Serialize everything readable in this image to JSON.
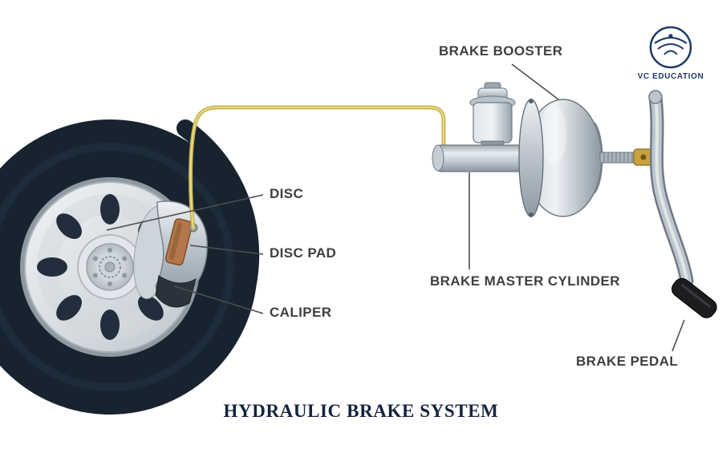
{
  "title": "HYDRAULIC BRAKE SYSTEM",
  "logo": {
    "name": "VC EDUCATION"
  },
  "labels": {
    "brake_booster": "BRAKE BOOSTER",
    "disc": "DISC",
    "disc_pad": "DISC PAD",
    "caliper": "CALIPER",
    "brake_master_cylinder": "BRAKE MASTER CYLINDER",
    "brake_pedal": "BRAKE PEDAL"
  },
  "colors": {
    "tire": "#17232f",
    "brake_line": "#c9b44e",
    "label_text": "#3f3f3f",
    "title_text": "#16233f",
    "logo_navy": "#1d3a66",
    "pad_copper": "#b5764a"
  }
}
